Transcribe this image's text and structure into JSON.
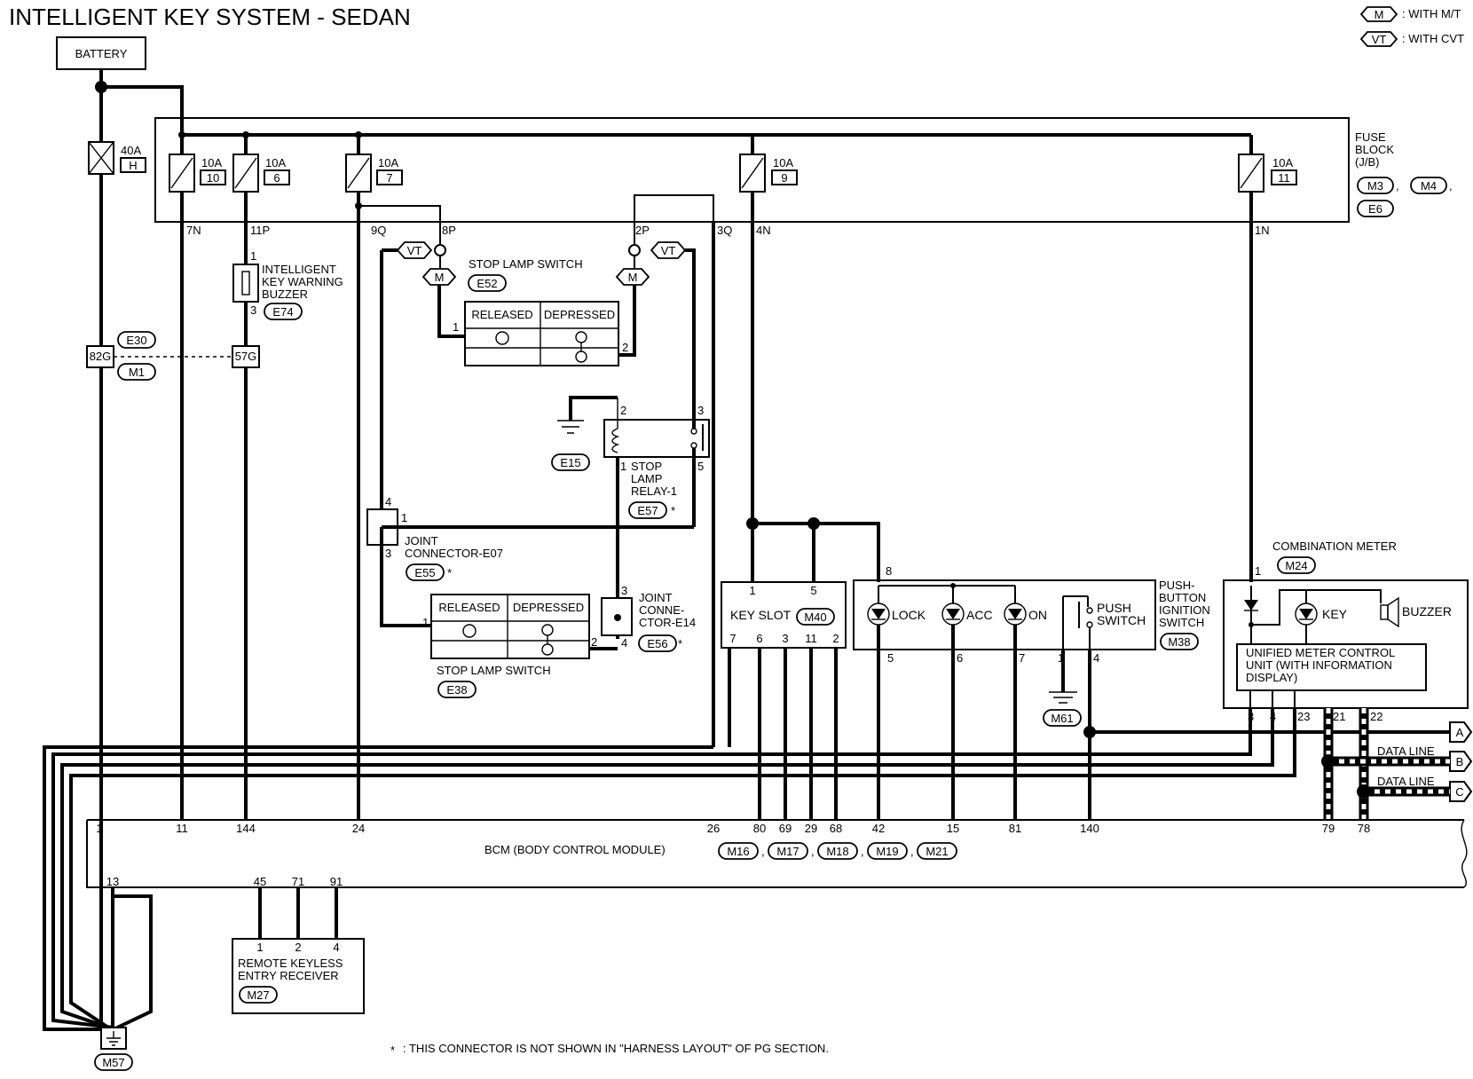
{
  "title": "INTELLIGENT KEY SYSTEM - SEDAN",
  "legend": {
    "m_code": "M",
    "m_text": ": WITH M/T",
    "vt_code": "VT",
    "vt_text": ": WITH CVT"
  },
  "battery": "BATTERY",
  "fuse_block": {
    "line1": "FUSE",
    "line2": "BLOCK",
    "line3": "(J/B)",
    "connectors": [
      "M3",
      "M4",
      "E6"
    ]
  },
  "fuses": [
    {
      "amp": "40A",
      "num": "H"
    },
    {
      "amp": "10A",
      "num": "10"
    },
    {
      "amp": "10A",
      "num": "6"
    },
    {
      "amp": "10A",
      "num": "7"
    },
    {
      "amp": "10A",
      "num": "9"
    },
    {
      "amp": "10A",
      "num": "11"
    }
  ],
  "fuse_terminals": [
    "7N",
    "11P",
    "9Q",
    "8P",
    "2P",
    "3Q",
    "4N",
    "1N"
  ],
  "buzzer": {
    "line1": "INTELLIGENT",
    "line2": "KEY WARNING",
    "line3": "BUZZER",
    "connector": "E74",
    "pin_top": "1",
    "pin_bottom": "3"
  },
  "harness_connectors": {
    "upper": "E30",
    "lower": "M1",
    "left_pin": "82G",
    "right_pin": "57G"
  },
  "stop_lamp_switch_mt": {
    "label": "STOP LAMP SWITCH",
    "connector": "E52",
    "col1": "RELEASED",
    "col2": "DEPRESSED",
    "pin1": "1",
    "pin2": "2"
  },
  "stop_lamp_relay": {
    "line1": "STOP",
    "line2": "LAMP",
    "line3": "RELAY-1",
    "connector": "E57",
    "ground": "E15",
    "pins": [
      "2",
      "3",
      "1",
      "5"
    ]
  },
  "joint_e07": {
    "line1": "JOINT",
    "line2": "CONNECTOR-E07",
    "connector": "E55",
    "pins": [
      "4",
      "1",
      "3"
    ]
  },
  "stop_lamp_switch_cvt": {
    "label": "STOP LAMP SWITCH",
    "connector": "E38",
    "col1": "RELEASED",
    "col2": "DEPRESSED",
    "pin1": "1",
    "pin2": "2"
  },
  "joint_e14": {
    "line1": "JOINT",
    "line2": "CONNE-",
    "line3": "CTOR-E14",
    "connector": "E56",
    "pins": [
      "3",
      "4"
    ]
  },
  "key_slot": {
    "label": "KEY SLOT",
    "connector": "M40",
    "top_pins": [
      "1",
      "5"
    ],
    "bottom_pins": [
      "7",
      "6",
      "3",
      "11",
      "2"
    ]
  },
  "ignition_switch": {
    "line1": "PUSH-",
    "line2": "BUTTON",
    "line3": "IGNITION",
    "line4": "SWITCH",
    "connector": "M38",
    "lock": "LOCK",
    "acc": "ACC",
    "on": "ON",
    "push1": "PUSH",
    "push2": "SWITCH",
    "top_pin": "8",
    "bottom_pins": [
      "5",
      "6",
      "7",
      "1",
      "4"
    ],
    "ground": "M61"
  },
  "combination_meter": {
    "label": "COMBINATION METER",
    "connector": "M24",
    "key": "KEY",
    "buzzer": "BUZZER",
    "unit1": "UNIFIED METER CONTROL",
    "unit2": "UNIT (WITH INFORMATION",
    "unit3": "DISPLAY)",
    "top_pin": "1",
    "bottom_pins": [
      "3",
      "4",
      "23",
      "21",
      "22"
    ]
  },
  "data_line": "DATA LINE",
  "offpage": [
    "A",
    "B",
    "C"
  ],
  "bcm": {
    "label": "BCM (BODY CONTROL MODULE)",
    "connectors": [
      "M16",
      "M17",
      "M18",
      "M19",
      "M21"
    ],
    "top_pins": [
      "1",
      "11",
      "144",
      "24",
      "26",
      "80",
      "69",
      "29",
      "68",
      "42",
      "15",
      "81",
      "140",
      "79",
      "78"
    ],
    "bottom_pins": [
      "13",
      "45",
      "71",
      "91"
    ]
  },
  "receiver": {
    "line1": "REMOTE KEYLESS",
    "line2": "ENTRY RECEIVER",
    "connector": "M27",
    "pins": [
      "1",
      "2",
      "4"
    ]
  },
  "ground_main": "M57",
  "footnote_star": "*",
  "footnote": ": THIS CONNECTOR IS NOT SHOWN IN \"HARNESS LAYOUT\" OF PG SECTION."
}
